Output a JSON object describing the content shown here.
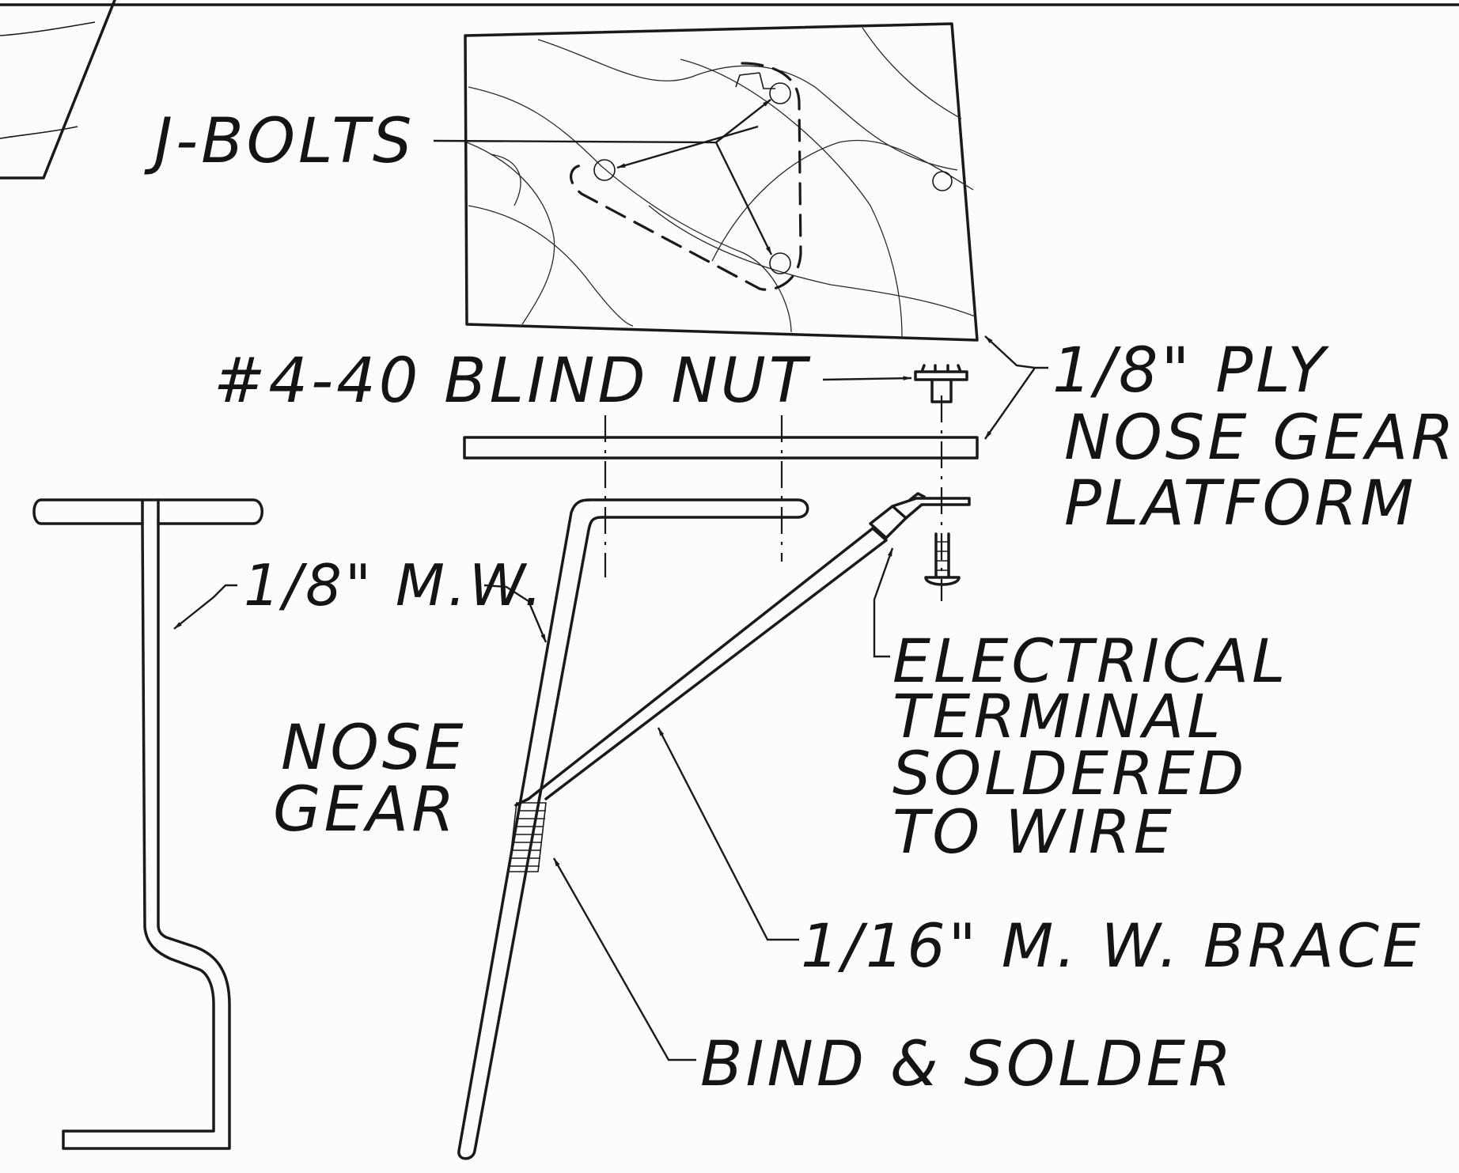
{
  "labels": {
    "j_bolts": "J-BOLTS",
    "blind_nut": "#4-40 BLIND NUT",
    "ply_line1": "1/8\" PLY",
    "ply_line2": "NOSE GEAR",
    "ply_line3": "PLATFORM",
    "wire_18": "1/8\" M.W.",
    "nose_gear_line1": "NOSE",
    "nose_gear_line2": "GEAR",
    "terminal_line1": "ELECTRICAL",
    "terminal_line2": "TERMINAL",
    "terminal_line3": "SOLDERED",
    "terminal_line4": "TO WIRE",
    "brace": "1/16\" M. W. BRACE",
    "bind_solder": "BIND & SOLDER"
  }
}
